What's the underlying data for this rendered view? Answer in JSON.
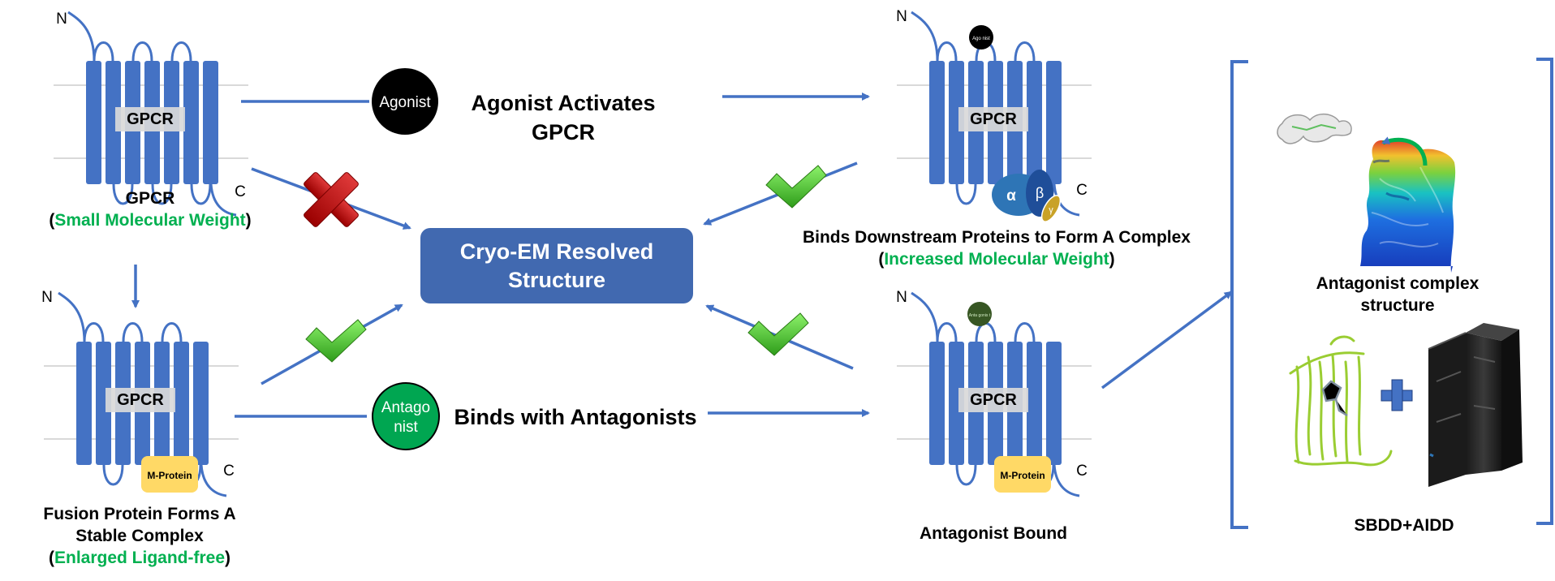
{
  "colors": {
    "helix_blue": "#4472C4",
    "arrow_blue": "#4472C4",
    "membrane_gray": "#D9D9D9",
    "label_box_gray": "#D9D9D9",
    "highlight_green": "#00B050",
    "center_box": "#4169B0",
    "mprotein_fill": "#FFD966",
    "cross_red": "#C00000",
    "check_green": "#49C72D",
    "agonist_black": "#000000",
    "antagonist_green": "#00A651",
    "small_antagonist_green": "#375623",
    "alpha_blue": "#2E75B6",
    "beta_blue": "#1F4E99",
    "gamma_gold": "#C9A227"
  },
  "gpcr_label": "GPCR",
  "n_term": "N",
  "c_term": "C",
  "m_protein": "M-Protein",
  "agonist_circle": "Agonist",
  "small_agonist_circle": "Ago nist",
  "antagonist_circle_line1": "Antago",
  "antagonist_circle_line2": "nist",
  "small_antagonist_circle": "Anta gonis t",
  "alpha": "α",
  "beta": "β",
  "gamma": "γ",
  "top_left_caption": {
    "line1": "GPCR",
    "open": "(",
    "highlight": "Small Molecular Weight",
    "close": ")"
  },
  "bottom_left_caption": {
    "line1": "Fusion Protein Forms A",
    "line2": "Stable Complex",
    "open": "(",
    "highlight": "Enlarged Ligand-free",
    "close": ")"
  },
  "agonist_step_label": {
    "line1": "Agonist Activates",
    "line2": "GPCR"
  },
  "antagonist_step_label": "Binds with Antagonists",
  "center_box": {
    "line1": "Cryo-EM Resolved",
    "line2": "Structure"
  },
  "top_right_caption": {
    "line1": "Binds Downstream Proteins to Form A Complex",
    "open": "(",
    "highlight": "Increased Molecular Weight",
    "close": ")"
  },
  "bottom_right_caption": "Antagonist Bound",
  "right_panel": {
    "structure_caption_line1": "Antagonist complex",
    "structure_caption_line2": "structure",
    "plus_sign": "+",
    "bottom_caption": "SBDD+AIDD"
  }
}
